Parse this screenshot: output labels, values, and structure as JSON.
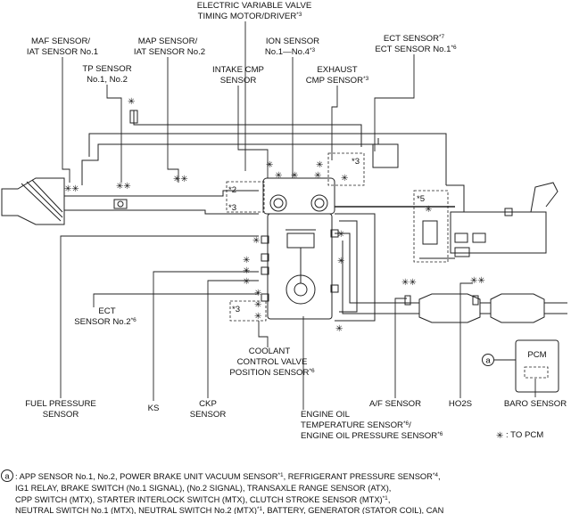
{
  "labels": {
    "evvt_line1": "ELECTRIC VARIABLE VALVE",
    "evvt_line2": "TIMING MOTOR/DRIVER",
    "evvt_sup": "*3",
    "maf_line1": "MAF SENSOR/",
    "maf_line2": "IAT SENSOR No.1",
    "map_line1": "MAP SENSOR/",
    "map_line2": "IAT SENSOR No.2",
    "tp_line1": "TP SENSOR",
    "tp_line2": "No.1, No.2",
    "ion_line1": "ION SENSOR",
    "ion_line2": "No.1—No.4",
    "ion_sup": "*3",
    "ect7_line1": "ECT SENSOR",
    "ect7_sup": "*7",
    "ect7_line2": "ECT SENSOR No.1",
    "ect7_sup2": "*6",
    "intake_cmp_line1": "INTAKE CMP",
    "intake_cmp_line2": "SENSOR",
    "exh_cmp_line1": "EXHAUST",
    "exh_cmp_line2": "CMP SENSOR",
    "exh_cmp_sup": "*3",
    "ect2_line1": "ECT",
    "ect2_line2": "SENSOR No.2",
    "ect2_sup": "*6",
    "coolant_line1": "COOLANT",
    "coolant_line2": "CONTROL VALVE",
    "coolant_line3": "POSITION SENSOR",
    "coolant_sup": "*6",
    "fuel_line1": "FUEL PRESSURE",
    "fuel_line2": "SENSOR",
    "ks": "KS",
    "ckp_line1": "CKP",
    "ckp_line2": "SENSOR",
    "oil_line1": "ENGINE OIL",
    "oil_line2": "TEMPERATURE SENSOR",
    "oil_sup2": "*6",
    "oil_line2b": "/",
    "oil_line3": "ENGINE OIL PRESSURE SENSOR",
    "oil_sup3": "*6",
    "af": "A/F SENSOR",
    "ho2s": "HO2S",
    "baro": "BARO SENSOR",
    "pcm": "PCM",
    "to_pcm": ": TO PCM",
    "star": "✳",
    "circle_a": "a",
    "inset_2": "*2",
    "inset_3a": "*3",
    "inset_3b": "*3",
    "inset_3c": "*3",
    "inset_5": "*5"
  },
  "footnote": {
    "prefix": ": APP SENSOR No.1, No.2, POWER BRAKE UNIT VACUUM SENSOR",
    "line1_sup1": "*1",
    "line1_mid": ", REFRIGERANT PRESSURE SENSOR",
    "line1_sup2": "*4",
    "line1_end": ",",
    "line2": "IG1 RELAY, BRAKE SWITCH (No.1 SIGNAL), (No.2 SIGNAL), TRANSAXLE RANGE SENSOR (ATX),",
    "line3": "CPP SWITCH (MTX), STARTER INTERLOCK SWITCH (MTX), CLUTCH STROKE SENSOR (MTX)",
    "line3_sup": "*1",
    "line3_end": ",",
    "line4a": "NEUTRAL SWITCH No.1 (MTX), NEUTRAL SWITCH No.2 (MTX)",
    "line4_sup": "*1",
    "line4b": ", BATTERY, GENERATOR (STATOR COIL), CAN"
  }
}
